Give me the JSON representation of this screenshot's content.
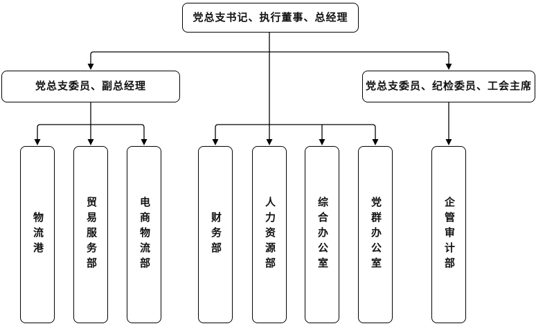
{
  "diagram": {
    "type": "org-chart",
    "root": {
      "id": "root",
      "label": "党总支书记、执行董事、总经理"
    },
    "managers": [
      {
        "id": "deputy_gm",
        "label": "党总支委员、副总经理",
        "parent": "root"
      },
      {
        "id": "union_chair",
        "label": "党总支委员、纪检委员、工会主席",
        "parent": "root"
      }
    ],
    "departments": [
      {
        "id": "logistics_port",
        "label": "物流港",
        "parent": "deputy_gm"
      },
      {
        "id": "trade_service",
        "label": "贸易服务部",
        "parent": "deputy_gm"
      },
      {
        "id": "ecommerce_logistics",
        "label": "电商物流部",
        "parent": "deputy_gm"
      },
      {
        "id": "finance",
        "label": "财务部",
        "parent": "root"
      },
      {
        "id": "human_resources",
        "label": "人力资源部",
        "parent": "root"
      },
      {
        "id": "general_office",
        "label": "综合办公室",
        "parent": "root"
      },
      {
        "id": "party_mass_office",
        "label": "党群办公室",
        "parent": "root"
      },
      {
        "id": "audit",
        "label": "企管审计部",
        "parent": "union_chair"
      }
    ],
    "colors": {
      "line": "#000000",
      "box_border": "#000000",
      "box_fill": "#ffffff",
      "text": "#111111"
    }
  }
}
